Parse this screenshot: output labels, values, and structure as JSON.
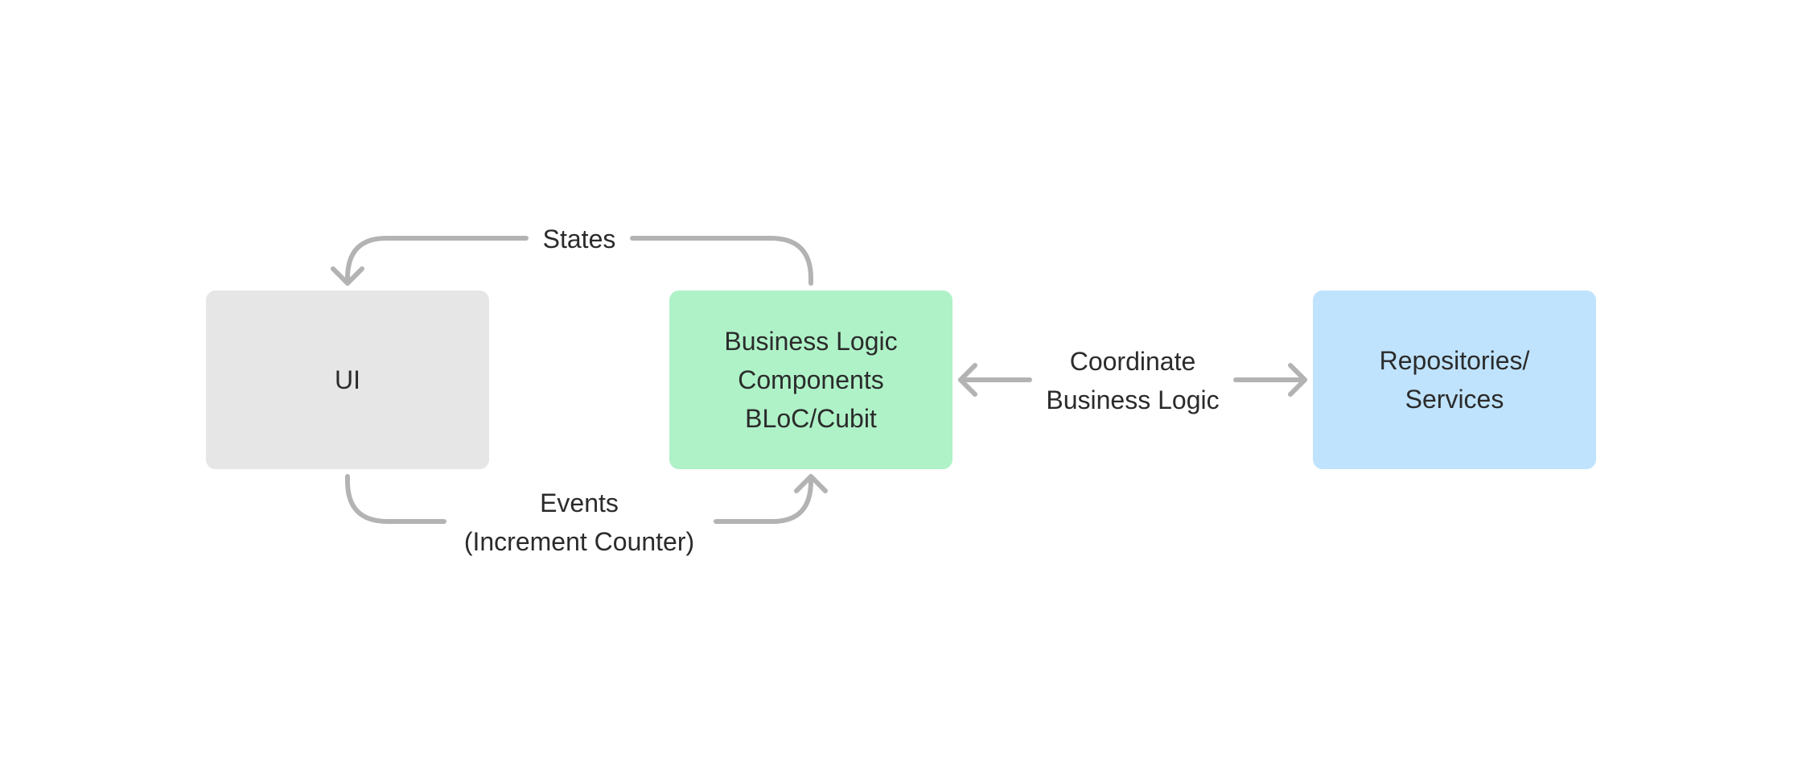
{
  "diagram": {
    "nodes": {
      "ui": {
        "lines": [
          "UI"
        ]
      },
      "bloc": {
        "lines": [
          "Business Logic",
          "Components",
          "BLoC/Cubit"
        ]
      },
      "repo": {
        "lines": [
          "Repositories/",
          "Services"
        ]
      }
    },
    "edges": {
      "states": {
        "from": "bloc",
        "to": "ui",
        "lines": [
          "States"
        ]
      },
      "events": {
        "from": "ui",
        "to": "bloc",
        "lines": [
          "Events",
          "(Increment Counter)"
        ]
      },
      "coordinate": {
        "between": [
          "bloc",
          "repo"
        ],
        "direction": "both",
        "lines": [
          "Coordinate",
          "Business Logic"
        ]
      }
    },
    "colors": {
      "ui_fill": "#e6e6e6",
      "bloc_fill": "#aff2c8",
      "repo_fill": "#bfe3fd",
      "connector": "#b3b3b3",
      "text": "#2b2b2b"
    }
  }
}
